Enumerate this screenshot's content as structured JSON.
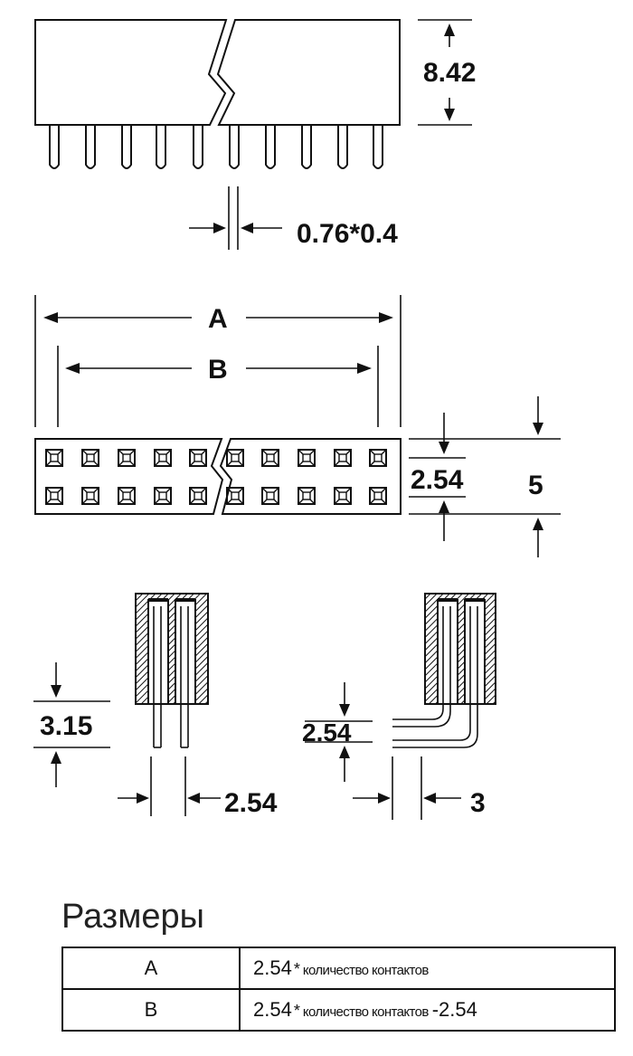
{
  "dimensions": {
    "height": "8.42",
    "pin_section": "0.76*0.4",
    "total_length": "A",
    "inner_length": "B",
    "row_pitch": "2.54",
    "width": "5",
    "tail_length": "3.15",
    "pin_pitch_straight": "2.54",
    "angle_offset": "2.54",
    "angle_length": "3"
  },
  "table": {
    "title": "Размеры",
    "rows": [
      {
        "key": "A",
        "base": "2.54",
        "star": "*",
        "text": "количество контактов",
        "suffix": ""
      },
      {
        "key": "B",
        "base": "2.54",
        "star": "*",
        "text": "количество контактов",
        "suffix": "-2.54"
      }
    ]
  }
}
